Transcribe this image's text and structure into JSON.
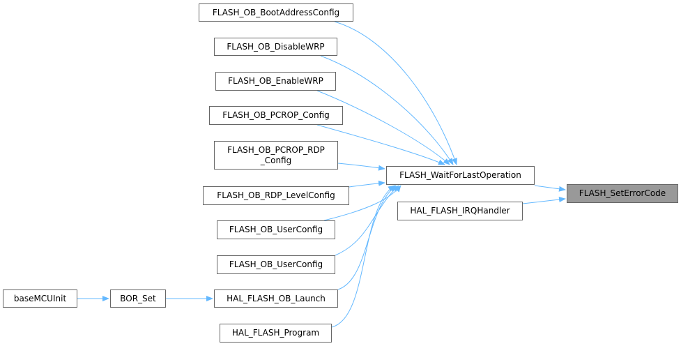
{
  "diagram": {
    "type": "doxygen-caller-graph",
    "edge_color": "#63b8ff",
    "focus_fill": "#999999",
    "nodes": [
      {
        "id": "boot",
        "label": "FLASH_OB_BootAddressConfig"
      },
      {
        "id": "dwrp",
        "label": "FLASH_OB_DisableWRP"
      },
      {
        "id": "ewrp",
        "label": "FLASH_OB_EnableWRP"
      },
      {
        "id": "pcrop",
        "label": "FLASH_OB_PCROP_Config"
      },
      {
        "id": "pcroprdp",
        "label": "FLASH_OB_PCROP_RDP\n_Config"
      },
      {
        "id": "rdp",
        "label": "FLASH_OB_RDP_LevelConfig"
      },
      {
        "id": "user1",
        "label": "FLASH_OB_UserConfig"
      },
      {
        "id": "user2",
        "label": "FLASH_OB_UserConfig"
      },
      {
        "id": "launch",
        "label": "HAL_FLASH_OB_Launch"
      },
      {
        "id": "program",
        "label": "HAL_FLASH_Program"
      },
      {
        "id": "base",
        "label": "baseMCUInit"
      },
      {
        "id": "bor",
        "label": "BOR_Set"
      },
      {
        "id": "wait",
        "label": "FLASH_WaitForLastOperation"
      },
      {
        "id": "irq",
        "label": "HAL_FLASH_IRQHandler"
      },
      {
        "id": "seterr",
        "label": "FLASH_SetErrorCode",
        "focus": true
      }
    ],
    "edges": [
      [
        "boot",
        "wait"
      ],
      [
        "dwrp",
        "wait"
      ],
      [
        "ewrp",
        "wait"
      ],
      [
        "pcrop",
        "wait"
      ],
      [
        "pcroprdp",
        "wait"
      ],
      [
        "rdp",
        "wait"
      ],
      [
        "user1",
        "wait"
      ],
      [
        "user2",
        "wait"
      ],
      [
        "launch",
        "wait"
      ],
      [
        "program",
        "wait"
      ],
      [
        "base",
        "bor"
      ],
      [
        "bor",
        "launch"
      ],
      [
        "wait",
        "seterr"
      ],
      [
        "irq",
        "seterr"
      ]
    ]
  }
}
